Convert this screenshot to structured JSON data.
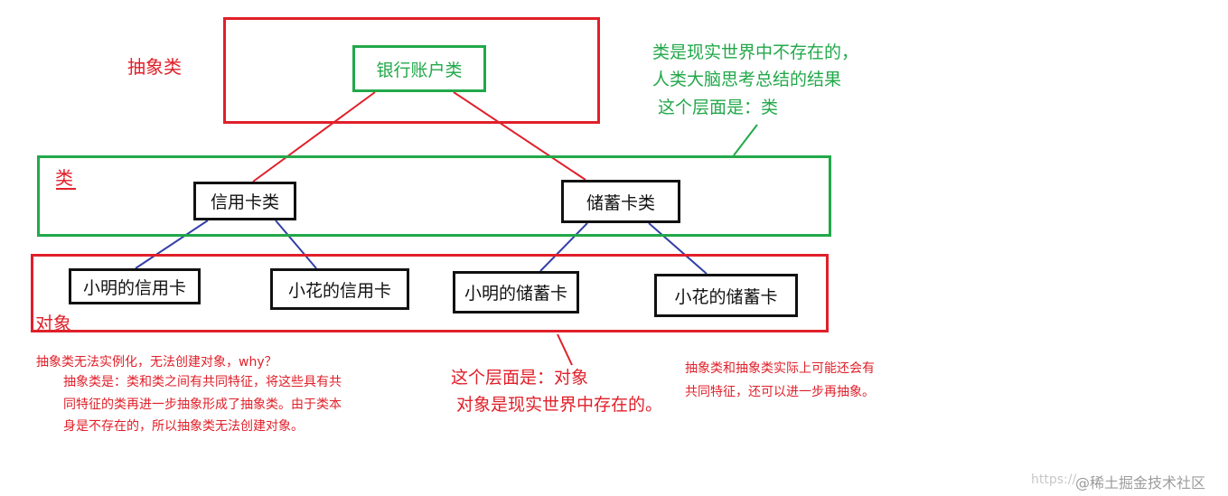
{
  "colors": {
    "red": "#e0202a",
    "green": "#22a84a",
    "blue": "#3340a8",
    "black": "#111111"
  },
  "regions": {
    "abstract_label": "抽象类",
    "class_label": "类",
    "object_label": "对象"
  },
  "nodes": {
    "bank_account_class": "银行账户类",
    "credit_card_class": "信用卡类",
    "savings_card_class": "储蓄卡类",
    "xiaoming_credit": "小明的信用卡",
    "xiaohua_credit": "小花的信用卡",
    "xiaoming_savings": "小明的储蓄卡",
    "xiaohua_savings": "小花的储蓄卡"
  },
  "notes": {
    "green_note": [
      "类是现实世界中不存在的，",
      "人类大脑思考总结的结果",
      " 这个层面是：类"
    ],
    "object_level": [
      "这个层面是：对象",
      " 对象是现实世界中存在的。"
    ],
    "abstract_question": "抽象类无法实例化，无法创建对象，why？",
    "abstract_explanation": [
      "抽象类是：类和类之间有共同特征，将这些具有共",
      "同特征的类再进一步抽象形成了抽象类。由于类本",
      "身是不存在的，所以抽象类无法创建对象。"
    ],
    "abstract_further": [
      "抽象类和抽象类实际上可能还会有",
      "共同特征，还可以进一步再抽象。"
    ]
  },
  "watermark": {
    "faint": "https://",
    "brand": "@稀土掘金技术社区"
  }
}
